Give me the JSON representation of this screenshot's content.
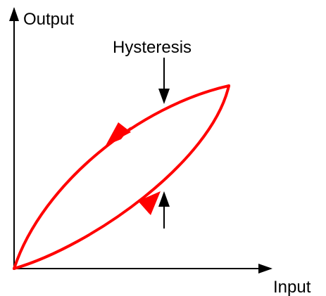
{
  "labels": {
    "output": "Output",
    "input": "Input",
    "hysteresis": "Hysteresis"
  },
  "colors": {
    "curve": "#ff0000",
    "axes": "#000000",
    "background": "#ffffff"
  },
  "curve": {
    "upper_branch_direction": "decreasing",
    "lower_branch_direction": "increasing"
  }
}
